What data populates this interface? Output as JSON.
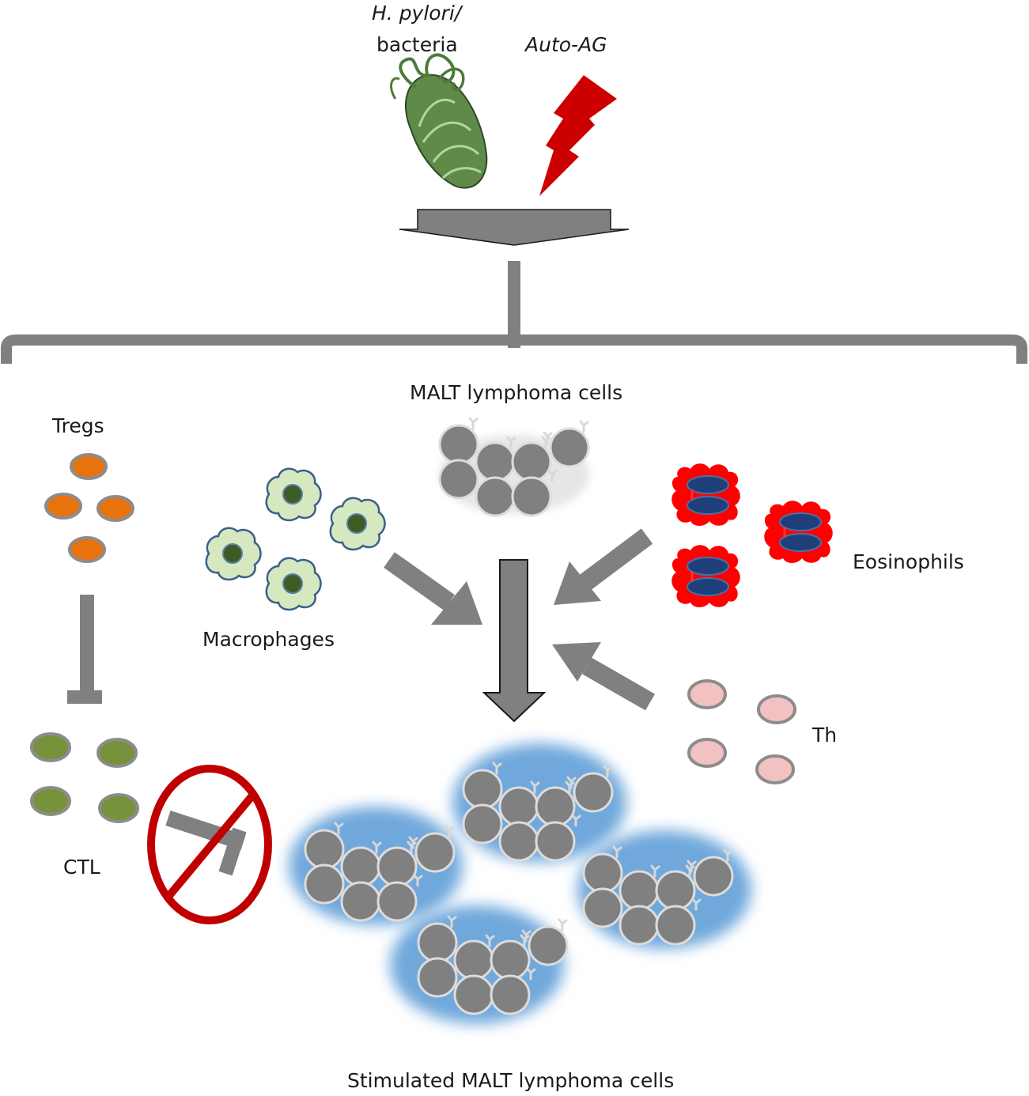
{
  "labels": {
    "hpylori": "H. pylori/",
    "bacteria": "bacteria",
    "autoag": "Auto-AG",
    "malt": "MALT lymphoma cells",
    "tregs": "Tregs",
    "macrophages": "Macrophages",
    "eosinophils": "Eosinophils",
    "th": "Th",
    "ctl": "CTL",
    "stimulated": "Stimulated MALT lymphoma cells"
  },
  "colors": {
    "arrow": "#808080",
    "bolt": "#cc0000",
    "treg": "#e8720c",
    "ctl": "#76933c",
    "th": "#f2c2c2",
    "macrophage_body": "#d6e8bf",
    "macrophage_nucleus": "#3c5c24",
    "eosinophil_body": "#ff0000",
    "eosinophil_nucleus": "#1f3f7a",
    "lymphoma": "#808080",
    "glow": "#6fa8dc",
    "prohibit": "#c00000"
  },
  "icons": {
    "bacterium": "helicobacter-bacterium-icon",
    "lightning": "lightning-bolt-icon",
    "prohibited": "prohibition-sign-icon"
  }
}
